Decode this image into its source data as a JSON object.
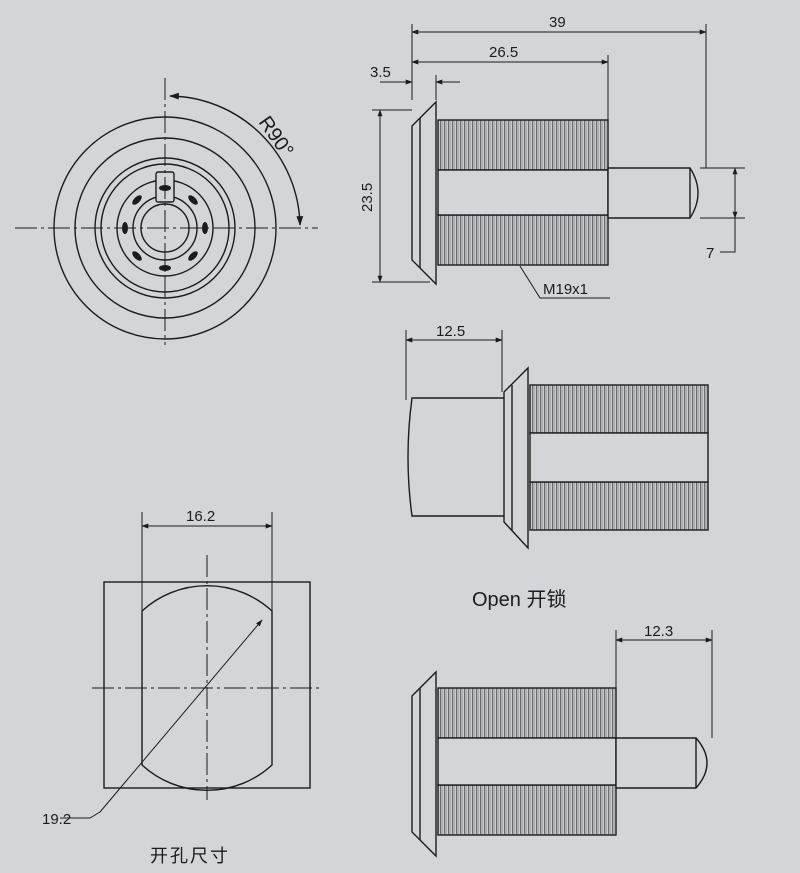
{
  "front_view": {
    "angle_label": "R90°"
  },
  "top_view": {
    "dims": {
      "overall_length": "39",
      "thread_length": "26.5",
      "flange_thickness": "3.5",
      "flange_height": "23.5",
      "bolt_dia": "7"
    },
    "thread_spec": "M19x1"
  },
  "middle_view": {
    "dims": {
      "plug_length": "12.5"
    }
  },
  "open_label": "Open 开锁",
  "bottom_view": {
    "dims": {
      "bolt_extension": "12.3"
    }
  },
  "cutout_view": {
    "dims": {
      "flat_width": "16.2",
      "diameter": "19.2"
    },
    "caption": "开孔尺寸"
  },
  "colors": {
    "paper": "#d3d5d8",
    "ink": "#1c1c1c",
    "thread": "#6a6a6a"
  }
}
